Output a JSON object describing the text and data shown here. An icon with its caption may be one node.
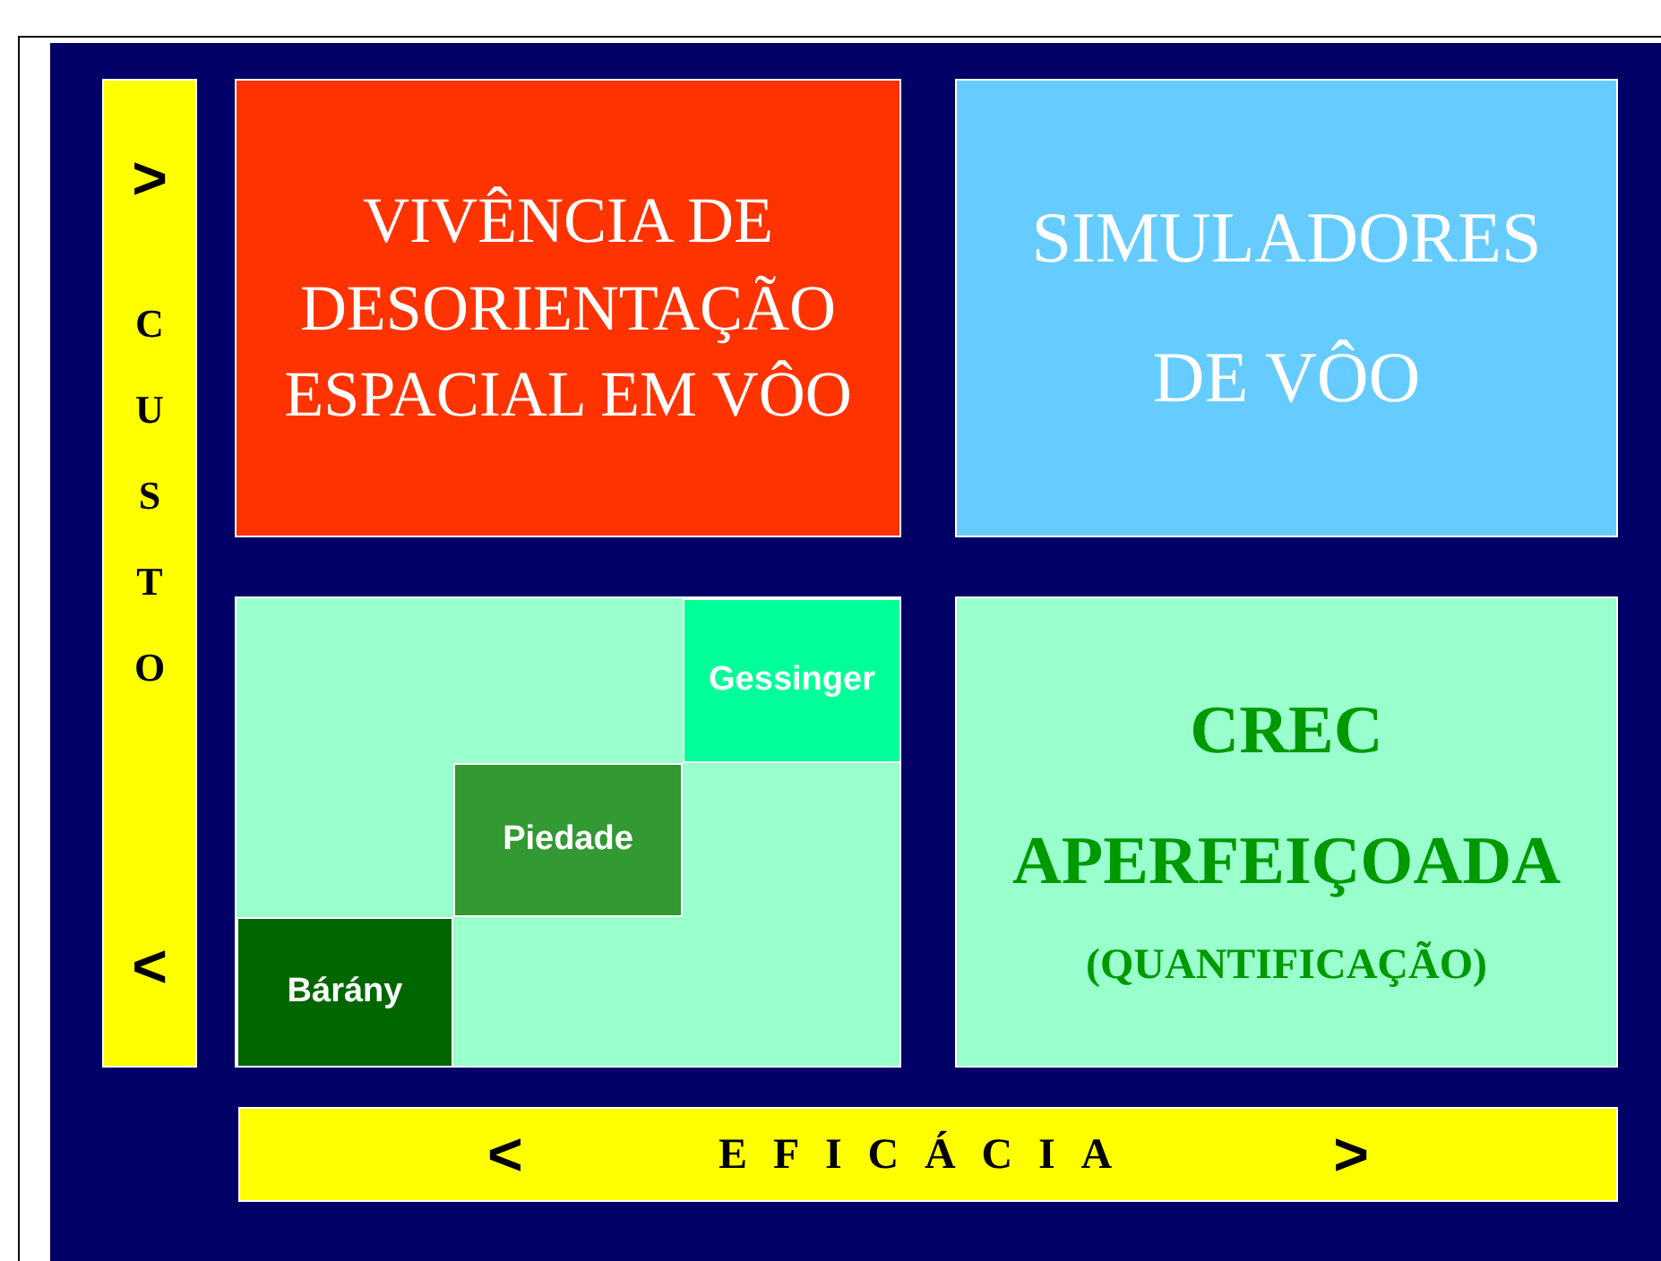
{
  "diagram": {
    "nodes": [
      {
        "text": [
          ">",
          "CUSTO",
          "<"
        ]
      },
      {
        "text": [
          "VIVÊNCIA DE DESORIENTAÇÃO ESPACIAL EM VÔO"
        ]
      },
      {
        "text": [
          "SIMULADORES DE VÔO"
        ]
      },
      {
        "text": [],
        "shape": "box"
      },
      {
        "text": [
          "Gessinger"
        ],
        "in": 3
      },
      {
        "text": [
          "Piedade"
        ],
        "in": 3
      },
      {
        "text": [
          "Bárány"
        ],
        "in": 3
      },
      {
        "text": [
          "CREC APERFEIÇOADA",
          "(QUANTIFICAÇÃO)"
        ]
      },
      {
        "text": [
          "<",
          "EFICÁCIA",
          ">"
        ]
      }
    ]
  }
}
